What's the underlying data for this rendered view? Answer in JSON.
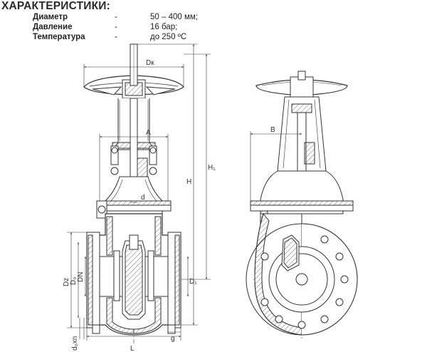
{
  "heading": "ХАРАКТЕРИСТИКИ:",
  "specs": [
    {
      "name": "Диаметр",
      "dash": "-",
      "value": "50 – 400 мм;"
    },
    {
      "name": "Давление",
      "dash": "-",
      "value": "16 бар;"
    },
    {
      "name": "Температура",
      "dash": "-",
      "value": "до 250 ºC"
    }
  ],
  "dims": {
    "dk": "Dк",
    "a": "A",
    "b": "B",
    "h": "H",
    "h1": "H₁",
    "d": "d",
    "dz": "Dz",
    "d0": "D₀",
    "dn": "DN",
    "d1": "D₁",
    "d0xn": "d₀xn",
    "l": "L",
    "g": "g"
  }
}
